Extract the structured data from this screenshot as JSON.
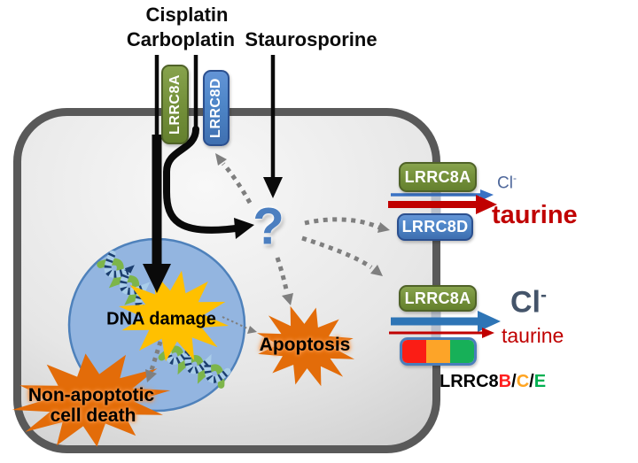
{
  "stimuli": {
    "cisplatin": "Cisplatin",
    "carboplatin": "Carboplatin",
    "staurosporine": "Staurosporine"
  },
  "mediator": {
    "symbol": "?"
  },
  "membrane": {
    "apical_channels": {
      "lrrc8a": "LRRC8A",
      "lrrc8d": "LRRC8D"
    },
    "upper_complex": {
      "lrrc8a": "LRRC8A",
      "lrrc8d": "LRRC8D",
      "chloride": "Cl",
      "chloride_charge": "-",
      "taurine": "taurine"
    },
    "lower_complex": {
      "lrrc8a": "LRRC8A",
      "chloride": "Cl",
      "chloride_charge": "-",
      "taurine": "taurine",
      "subunit_label": {
        "prefix": "LRRC8",
        "b": "B",
        "sep1": "/",
        "c": "C",
        "sep2": "/",
        "e": "E"
      }
    }
  },
  "nucleus": {
    "label": "DNA damage"
  },
  "outcomes": {
    "apoptosis": "Apoptosis",
    "non_apoptotic_1": "Non-apoptotic",
    "non_apoptotic_2": "cell death"
  },
  "colors": {
    "channel_green": "#76923C",
    "channel_green_border": "#4F6228",
    "channel_blue": "#4E86C8",
    "channel_blue_border": "#2B4F8E",
    "membrane_gray": "#595959",
    "nucleus_fill": "#93B5E0",
    "nucleus_border": "#4E81BB",
    "dna_damage_burst": "#FFC000",
    "death_burst_orange": "#E36C09",
    "taurine_red": "#C00000",
    "chloride_arrow_blue": "#2E75B6",
    "chloride_text_slate": "#44546A",
    "dashed_arrow_gray": "#7F7F7F",
    "question_blue": "#4C7FC0",
    "subunit_b_red": "#FF1F1F",
    "subunit_c_orange": "#FFA420",
    "subunit_e_green": "#00B050",
    "membrane_pore": "#B9C0CC"
  }
}
